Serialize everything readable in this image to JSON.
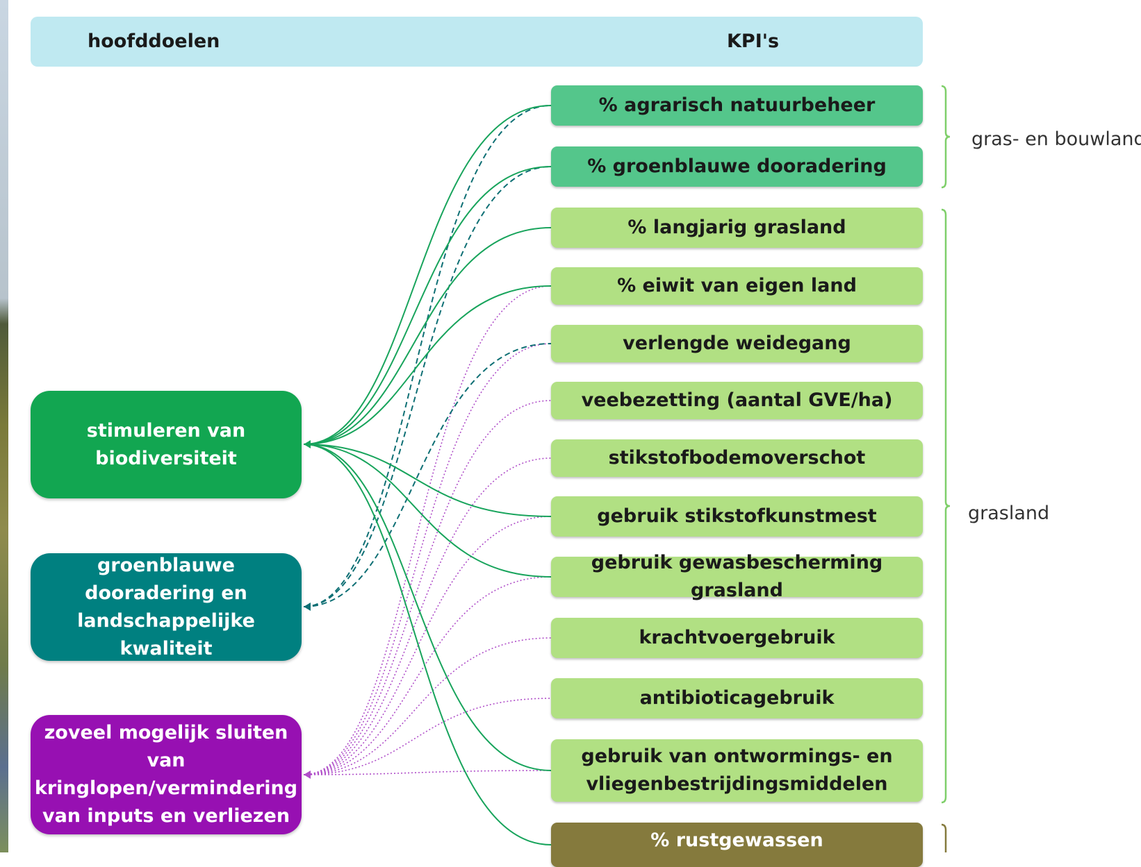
{
  "header": {
    "left_label": "hoofddoelen",
    "right_label": "KPI's"
  },
  "goals": [
    {
      "label": "stimuleren van biodiversiteit",
      "color": "#12a651"
    },
    {
      "label": "groenblauwe dooradering en landschappelijke kwaliteit",
      "color": "#008080"
    },
    {
      "label": "zoveel mogelijk sluiten van kringlopen/vermindering van inputs en verliezen",
      "color": "#9710b2"
    }
  ],
  "kpis": [
    {
      "label": "% agrarisch natuurbeheer",
      "style": "dark"
    },
    {
      "label": "% groenblauwe dooradering",
      "style": "dark"
    },
    {
      "label": "% langjarig grasland",
      "style": "light"
    },
    {
      "label": "% eiwit van eigen land",
      "style": "light"
    },
    {
      "label": "verlengde weidegang",
      "style": "light"
    },
    {
      "label": "veebezetting (aantal GVE/ha)",
      "style": "light"
    },
    {
      "label": "stikstofbodemoverschot",
      "style": "light"
    },
    {
      "label": "gebruik stikstofkunstmest",
      "style": "light"
    },
    {
      "label": "gebruik gewasbescherming grasland",
      "style": "light"
    },
    {
      "label": "krachtvoergebruik",
      "style": "light"
    },
    {
      "label": "antibioticagebruik",
      "style": "light"
    },
    {
      "label": "gebruik van ontwormings- en vliegenbestrijdingsmiddelen",
      "style": "light"
    },
    {
      "label": "% rustgewassen",
      "style": "olive"
    }
  ],
  "groups": [
    {
      "label": "gras- en bouwland"
    },
    {
      "label": "grasland"
    }
  ],
  "colors": {
    "biodiversity_line": "#18a45c",
    "landscape_line": "#0e6f74",
    "cycles_line": "#b04fc9",
    "bracket": "#7fcf6a"
  },
  "links": {
    "biodiversity": [
      0,
      1,
      2,
      3,
      7,
      8,
      11,
      12
    ],
    "landscape": [
      0,
      1,
      4
    ],
    "cycles": [
      3,
      4,
      5,
      6,
      7,
      8,
      9,
      10,
      11
    ]
  }
}
